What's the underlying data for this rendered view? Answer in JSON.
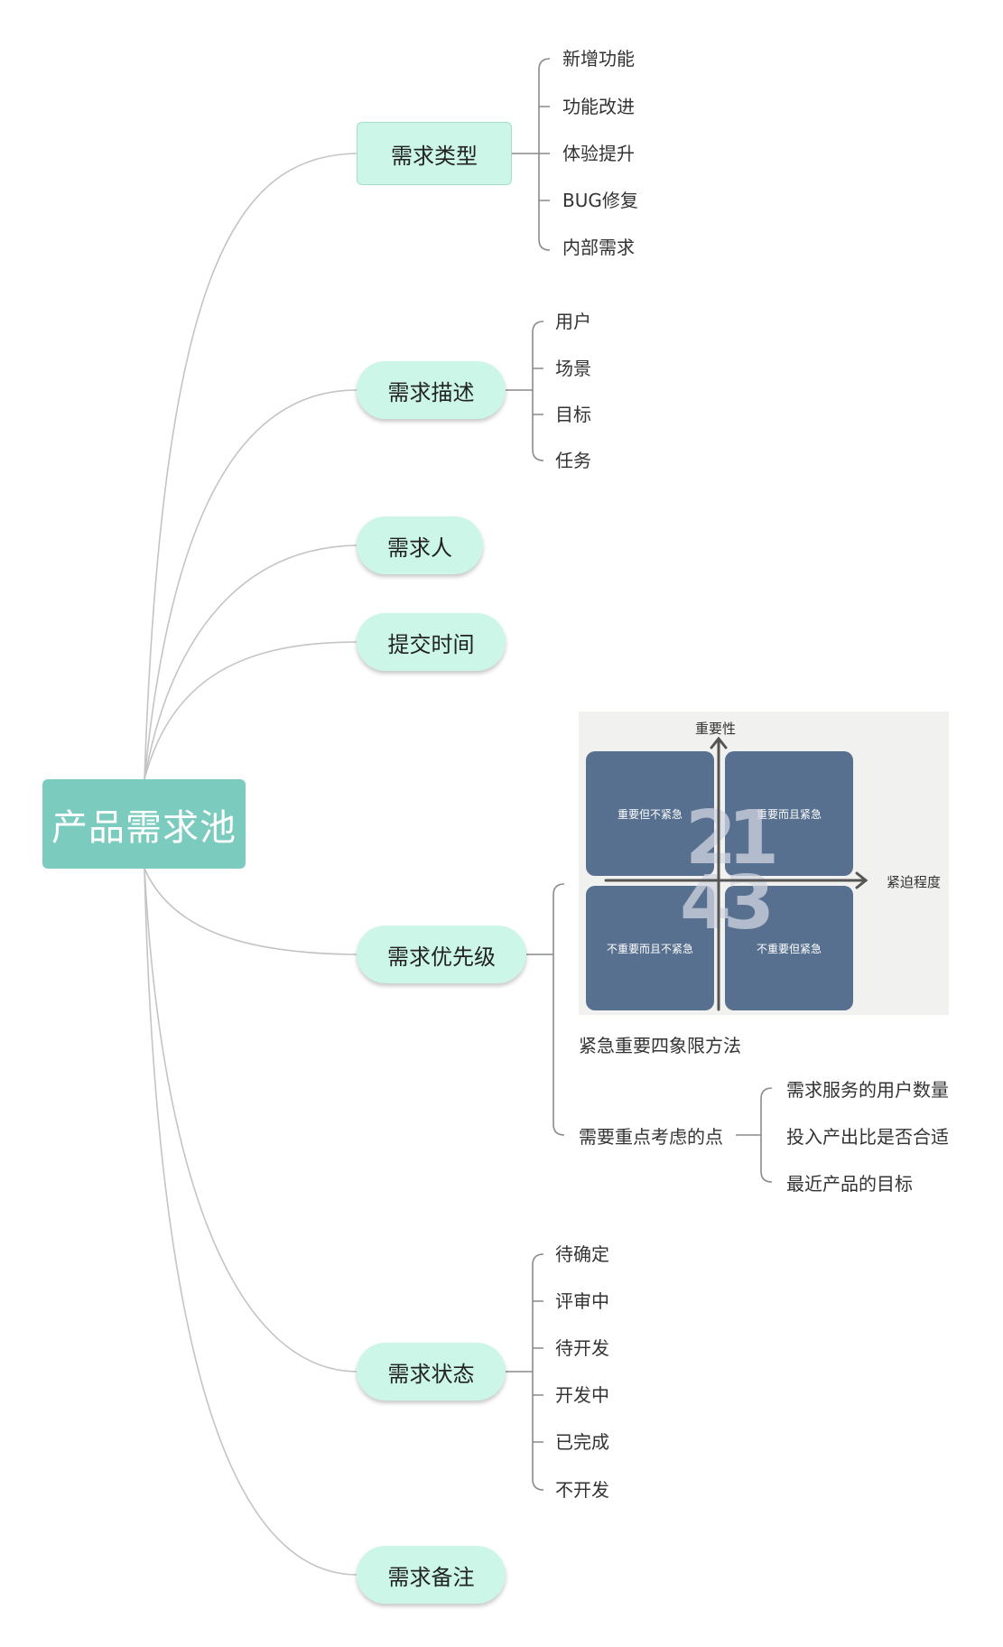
{
  "root": {
    "label": "产品需求池"
  },
  "branches": {
    "type": {
      "label": "需求类型",
      "items": [
        "新增功能",
        "功能改进",
        "体验提升",
        "BUG修复",
        "内部需求"
      ]
    },
    "desc": {
      "label": "需求描述",
      "items": [
        "用户",
        "场景",
        "目标",
        "任务"
      ]
    },
    "person": {
      "label": "需求人"
    },
    "time": {
      "label": "提交时间"
    },
    "priority": {
      "label": "需求优先级",
      "matrix": {
        "y_axis": "重要性",
        "x_axis": "紧迫程度",
        "q1": "重要而且紧急",
        "q2": "重要但不紧急",
        "q3": "不重要而且不紧急",
        "q4": "不重要但紧急",
        "n1": "1",
        "n2": "2",
        "n3": "3",
        "n4": "4"
      },
      "matrix_caption": "紧急重要四象限方法",
      "considerations": {
        "label": "需要重点考虑的点",
        "items": [
          "需求服务的用户数量",
          "投入产出比是否合适",
          "最近产品的目标"
        ]
      }
    },
    "status": {
      "label": "需求状态",
      "items": [
        "待确定",
        "评审中",
        "待开发",
        "开发中",
        "已完成",
        "不开发"
      ]
    },
    "notes": {
      "label": "需求备注"
    }
  },
  "colors": {
    "root_bg": "#7ccbbf",
    "branch_bg": "#ccf6e8",
    "quadrant_bg": "#58708f",
    "line": "#bdbdbd"
  }
}
